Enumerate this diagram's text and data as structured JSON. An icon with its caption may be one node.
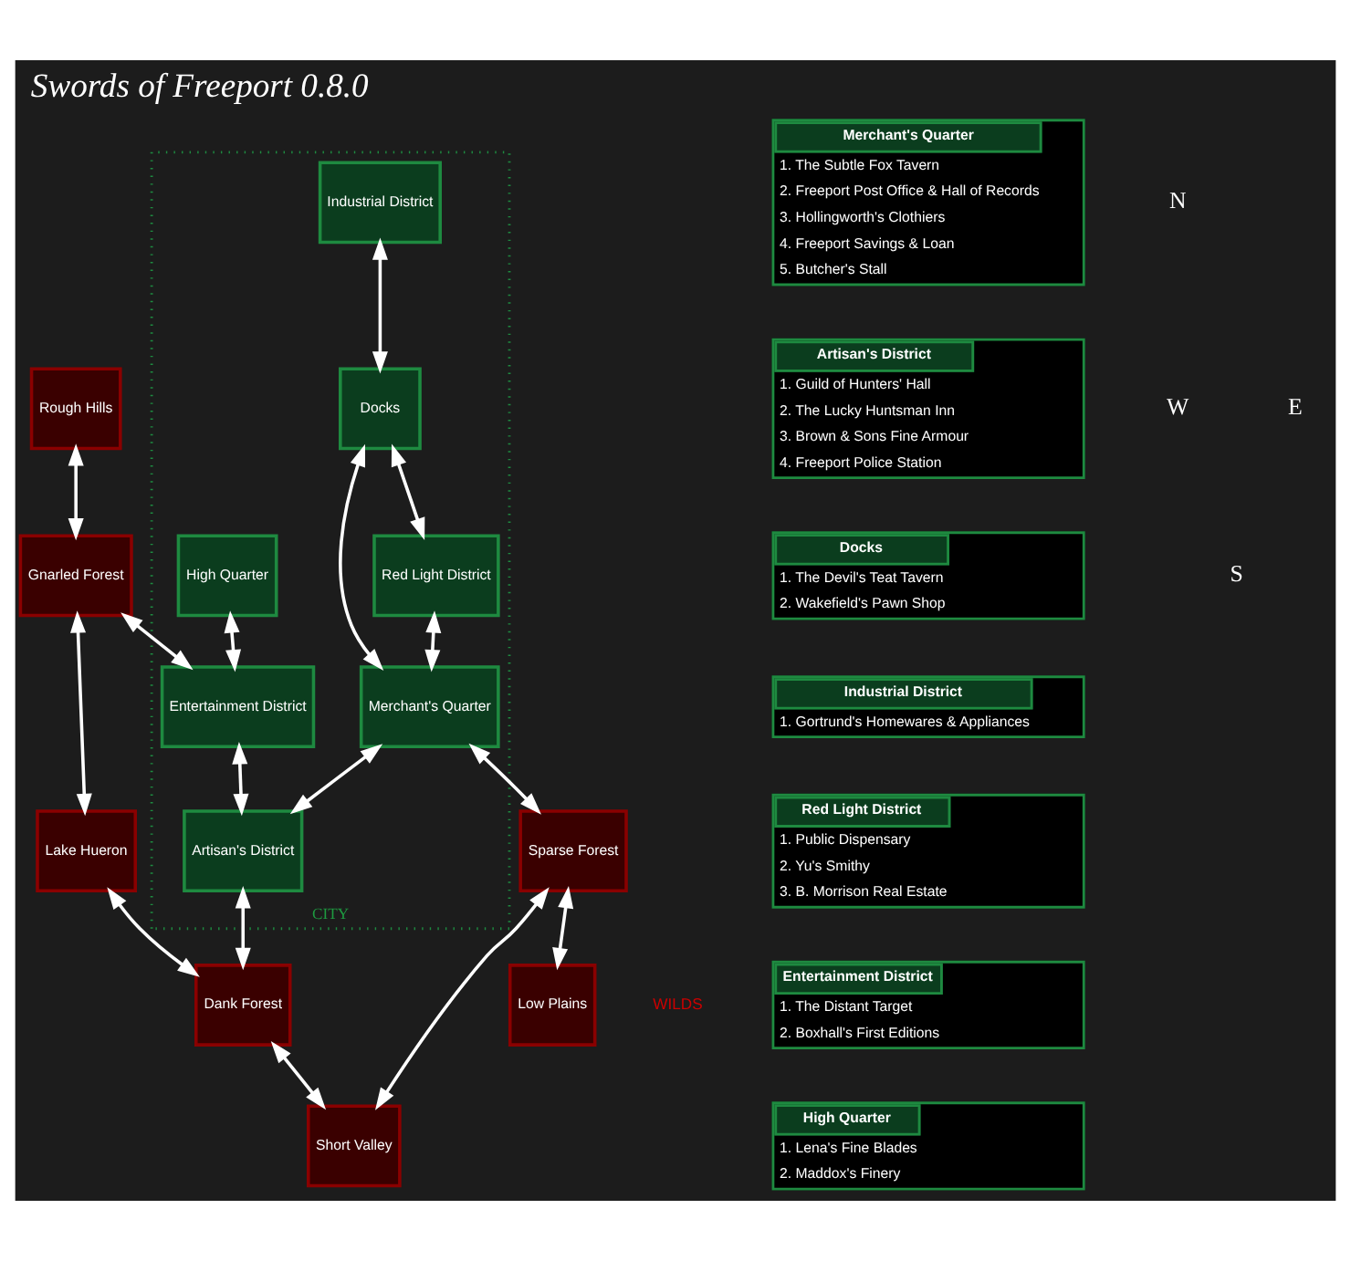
{
  "diagram": {
    "title": "Swords of Freeport 0.8.0",
    "nodes": [
      {
        "text": [
          "Rough Hills"
        ]
      },
      {
        "text": [
          "Gnarled Forest"
        ]
      },
      {
        "text": [
          "CITY"
        ]
      },
      {
        "text": [
          "Industrial District"
        ],
        "in": 2
      },
      {
        "text": [
          "High Quarter"
        ],
        "in": 2
      },
      {
        "text": [
          "Entertainment District"
        ],
        "in": 2
      },
      {
        "text": [
          "Lake Hueron"
        ]
      },
      {
        "text": [
          "Docks"
        ],
        "in": 2
      },
      {
        "text": [
          "Merchant's Quarter"
        ],
        "in": 2
      },
      {
        "text": [
          "Artisan's District"
        ],
        "in": 2
      },
      {
        "text": [
          "Dank Forest"
        ]
      },
      {
        "text": [
          "Red Light District"
        ],
        "in": 2
      },
      {
        "text": [
          "Sparse Forest"
        ]
      },
      {
        "text": [
          "Short Valley"
        ]
      },
      {
        "text": [
          "Low Plains"
        ]
      },
      {
        "text": [
          "Merchant's Quarter",
          "1. The Subtle Fox Tavern",
          "2. Freeport Post Office & Hall of Records",
          "3. Hollingworth's Clothiers",
          "4. Freeport Savings & Loan",
          "5. Butcher's Stall"
        ]
      },
      {
        "text": [
          "Artisan's District",
          "1. Guild of Hunters' Hall",
          "2. The Lucky Huntsman Inn",
          "3. Brown & Sons Fine Armour",
          "4. Freeport Police Station"
        ]
      },
      {
        "text": [
          "Docks",
          "1. The Devil's Teat Tavern",
          "2. Wakefield's Pawn Shop"
        ]
      },
      {
        "text": [
          "Industrial District",
          "1. Gortrund's Homewares & Appliances"
        ]
      },
      {
        "text": [
          "Red Light District",
          "1. Public Dispensary",
          "2. Yu's Smithy",
          "3. B. Morrison Real Estate"
        ]
      },
      {
        "text": [
          "Entertainment District",
          "1. The Distant Target",
          "2. Boxhall's First Editions"
        ]
      },
      {
        "text": [
          "High Quarter",
          "1. Lena's Fine Blades",
          "2. Maddox's Finery"
        ]
      }
    ],
    "edges": [
      {
        "from": 0,
        "to": 1,
        "arrow": "both"
      },
      {
        "from": 1,
        "to": 5,
        "arrow": "both"
      },
      {
        "from": 1,
        "to": 6,
        "arrow": "both"
      },
      {
        "from": 3,
        "to": 7,
        "arrow": "both"
      },
      {
        "from": 4,
        "to": 5,
        "arrow": "both"
      },
      {
        "from": 5,
        "to": 9,
        "arrow": "both"
      },
      {
        "from": 6,
        "to": 10,
        "arrow": "both"
      },
      {
        "from": 7,
        "to": 8,
        "arrow": "both"
      },
      {
        "from": 7,
        "to": 11,
        "arrow": "both"
      },
      {
        "from": 8,
        "to": 9,
        "arrow": "both"
      },
      {
        "from": 9,
        "to": 10,
        "arrow": "both"
      },
      {
        "from": 11,
        "to": 8,
        "arrow": "both"
      },
      {
        "from": 8,
        "to": 12,
        "arrow": "both"
      },
      {
        "from": 10,
        "to": 13,
        "arrow": "both"
      },
      {
        "from": 12,
        "to": 13,
        "arrow": "both"
      },
      {
        "from": 12,
        "to": 14,
        "arrow": "both"
      }
    ],
    "labels": [
      "WILDS",
      "N",
      "W",
      "E",
      "S"
    ]
  }
}
